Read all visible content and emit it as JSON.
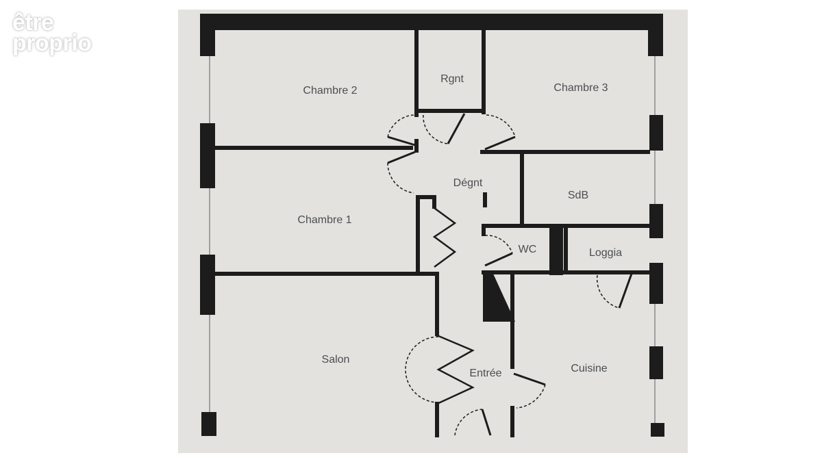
{
  "watermark": {
    "line1": "être",
    "line2": "proprio"
  },
  "rooms": {
    "chambre2": "Chambre 2",
    "rgnt": "Rgnt",
    "chambre3": "Chambre 3",
    "degnt": "Dégnt",
    "sdb": "SdB",
    "chambre1": "Chambre 1",
    "wc": "WC",
    "loggia": "Loggia",
    "salon": "Salon",
    "entree": "Entrée",
    "cuisine": "Cuisine"
  },
  "colors": {
    "paper": "#e4e2de",
    "wall": "#1c1c1c",
    "label": "#4b4d52"
  }
}
